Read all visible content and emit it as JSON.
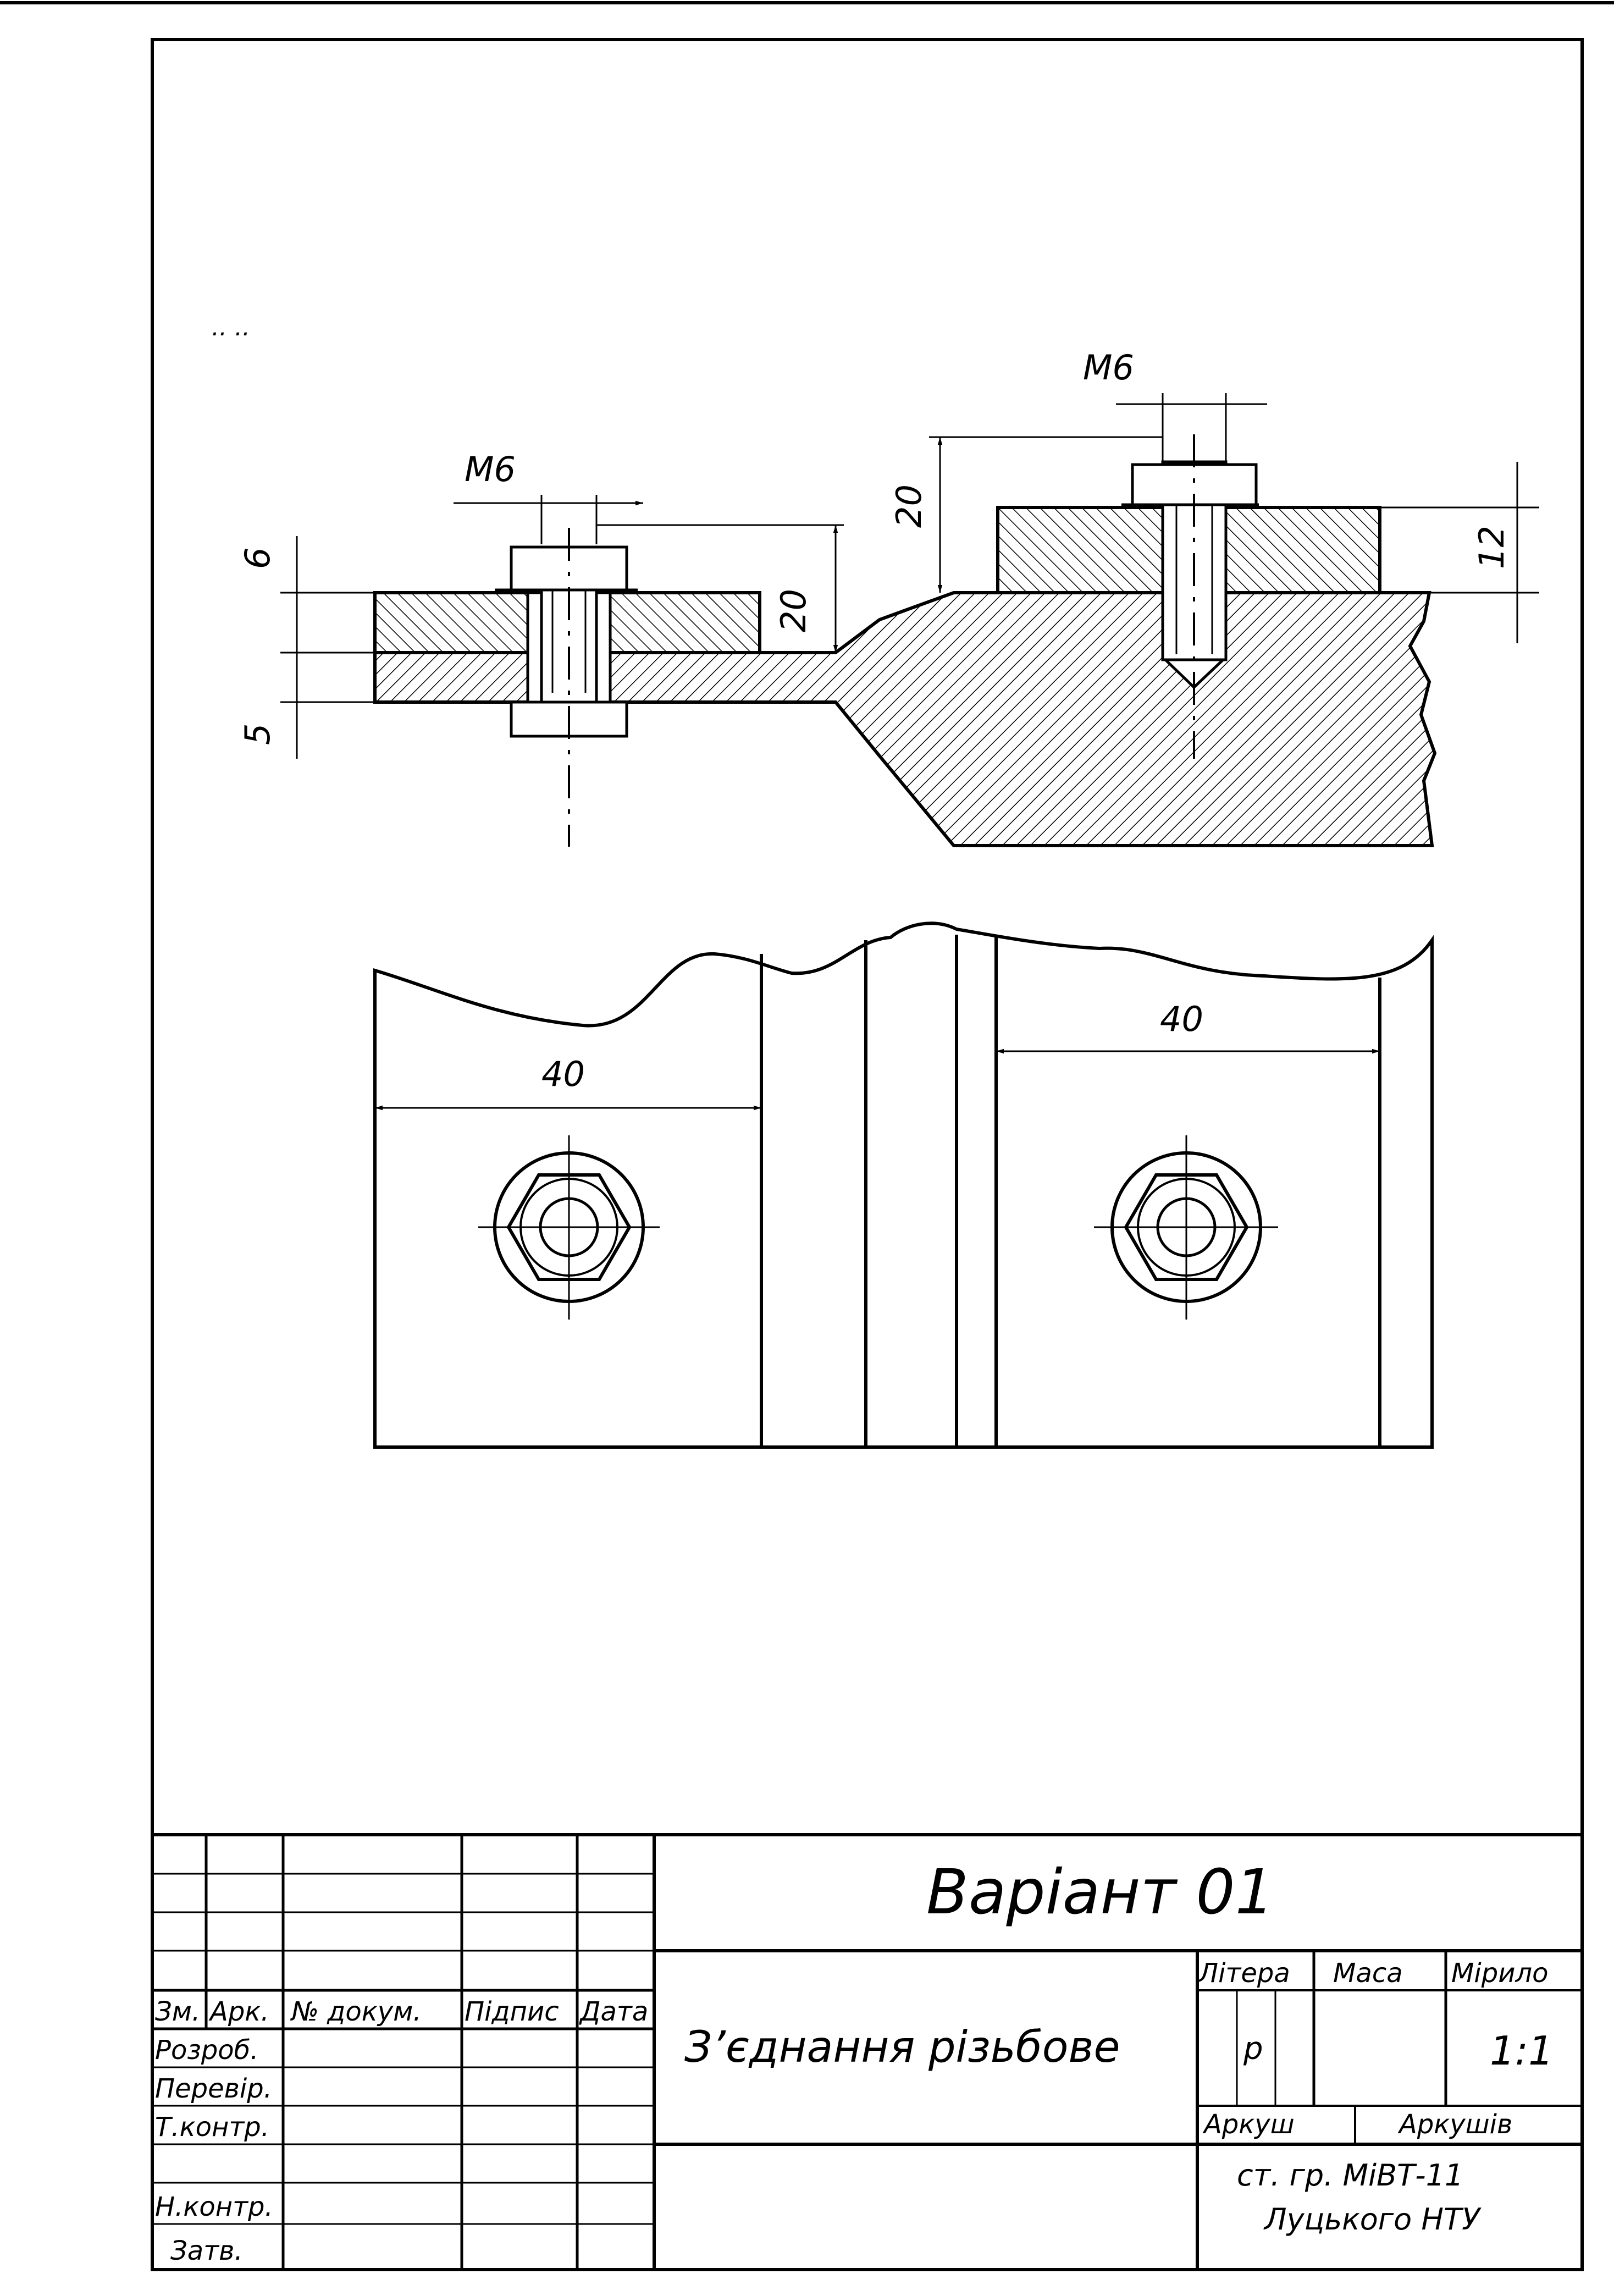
{
  "drawing": {
    "dimensions": {
      "left_thread": "M6",
      "right_thread": "M6",
      "left_plate_top": "6",
      "left_plate_bottom": "5",
      "left_bolt_length": "20",
      "right_bolt_length": "20",
      "right_plate": "12",
      "left_width": "40",
      "right_width": "40"
    },
    "marks": "..  .."
  },
  "title_block": {
    "variant_title": "Варіант 01",
    "drawing_name": "З’єднання різьбове",
    "headers": {
      "zm": "Зм.",
      "ark": "Арк.",
      "doc_no": "№ докум.",
      "signature": "Підпис",
      "date": "Дата"
    },
    "roles": {
      "developed": "Розроб.",
      "checked": "Перевір.",
      "tech_control": "Т.контр.",
      "norm_control": "Н.контр.",
      "approved": "Затв."
    },
    "litera_label": "Літера",
    "litera_value": "р",
    "mass_label": "Маса",
    "scale_label": "Мірило",
    "scale_value": "1:1",
    "sheet_label": "Аркуш",
    "sheets_label": "Аркушів",
    "organization_line1": "ст. гр. МіВТ-11",
    "organization_line2": "Луцького НТУ"
  }
}
